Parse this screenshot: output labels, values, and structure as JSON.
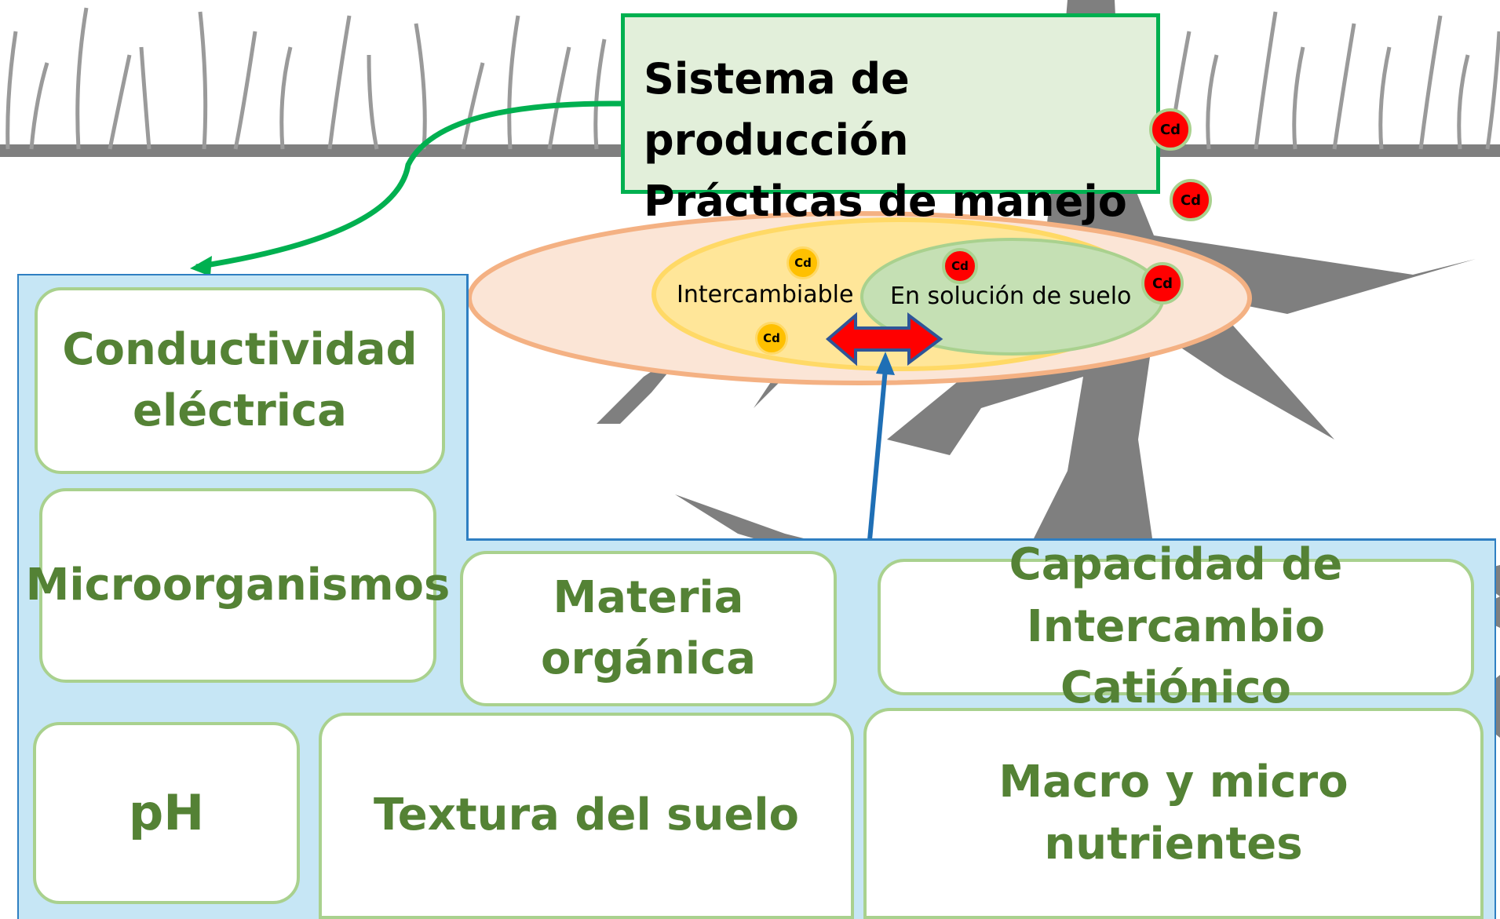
{
  "title_box": {
    "line1": "Sistema de producción",
    "line2": "Prácticas de manejo"
  },
  "soil_fractions": {
    "exchangeable": "Intercambiable",
    "soil_solution": "En solución de suelo"
  },
  "cadmium_label": "Cd",
  "factors": {
    "conductivity": "Conductividad\neléctrica",
    "microorganisms": "Microorganismos",
    "organic_matter": "Materia\norgánica",
    "cec": "Capacidad de Intercambio\nCatiónico",
    "ph": "pH",
    "texture": "Textura del suelo",
    "nutrients": "Macro y micro nutrientes"
  },
  "colors": {
    "factor_text": "#548235",
    "factor_border": "#a9d18e",
    "panel_fill": "#c6e6f5",
    "panel_border": "#2f7fc2",
    "title_fill": "#e2efda",
    "title_border": "#00b050",
    "outer_ellipse": "#f8cbad",
    "exchangeable_ellipse": "#ffe699",
    "solution_ellipse": "#c5e0b4",
    "cd_red": "#ff0000",
    "cd_gold": "#ffc000",
    "tree": "#7f7f7f"
  },
  "icons": [
    "grass-icon",
    "tree-root-icon",
    "double-arrow-icon",
    "curved-arrow-icon"
  ]
}
